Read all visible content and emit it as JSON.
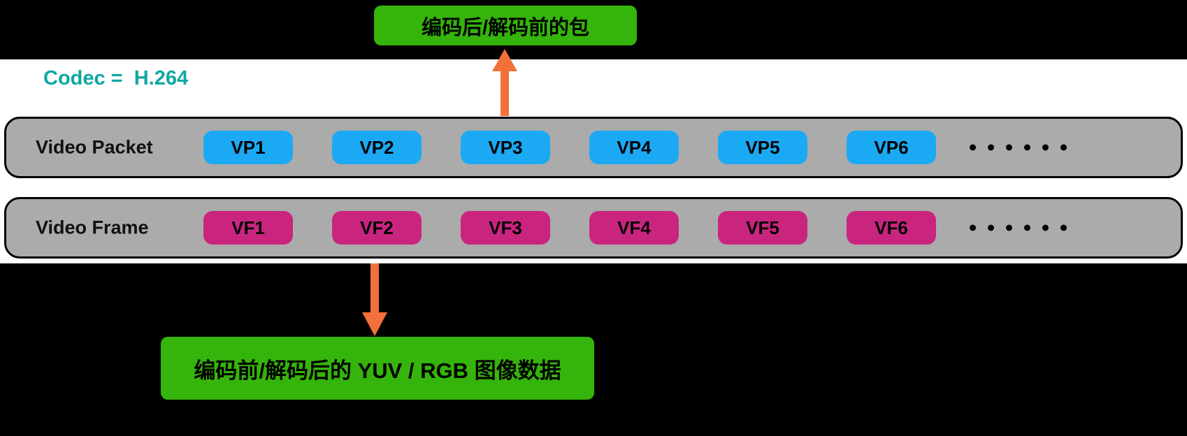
{
  "colors": {
    "background": "#000000",
    "band": "#ffffff",
    "annotation_green": "#35b40b",
    "arrow_orange": "#f2703a",
    "codec_teal": "#10a7a2",
    "row_gray": "#ababab",
    "packet_blue": "#1ca9f4",
    "frame_magenta": "#c9257f"
  },
  "annotations": {
    "top": "编码后/解码前的包",
    "bottom": "编码前/解码后的 YUV / RGB 图像数据"
  },
  "codec_label": "Codec =  H.264",
  "rows": [
    {
      "label": "Video Packet",
      "items": [
        "VP1",
        "VP2",
        "VP3",
        "VP4",
        "VP5",
        "VP6"
      ]
    },
    {
      "label": "Video Frame",
      "items": [
        "VF1",
        "VF2",
        "VF3",
        "VF4",
        "VF5",
        "VF6"
      ]
    }
  ]
}
